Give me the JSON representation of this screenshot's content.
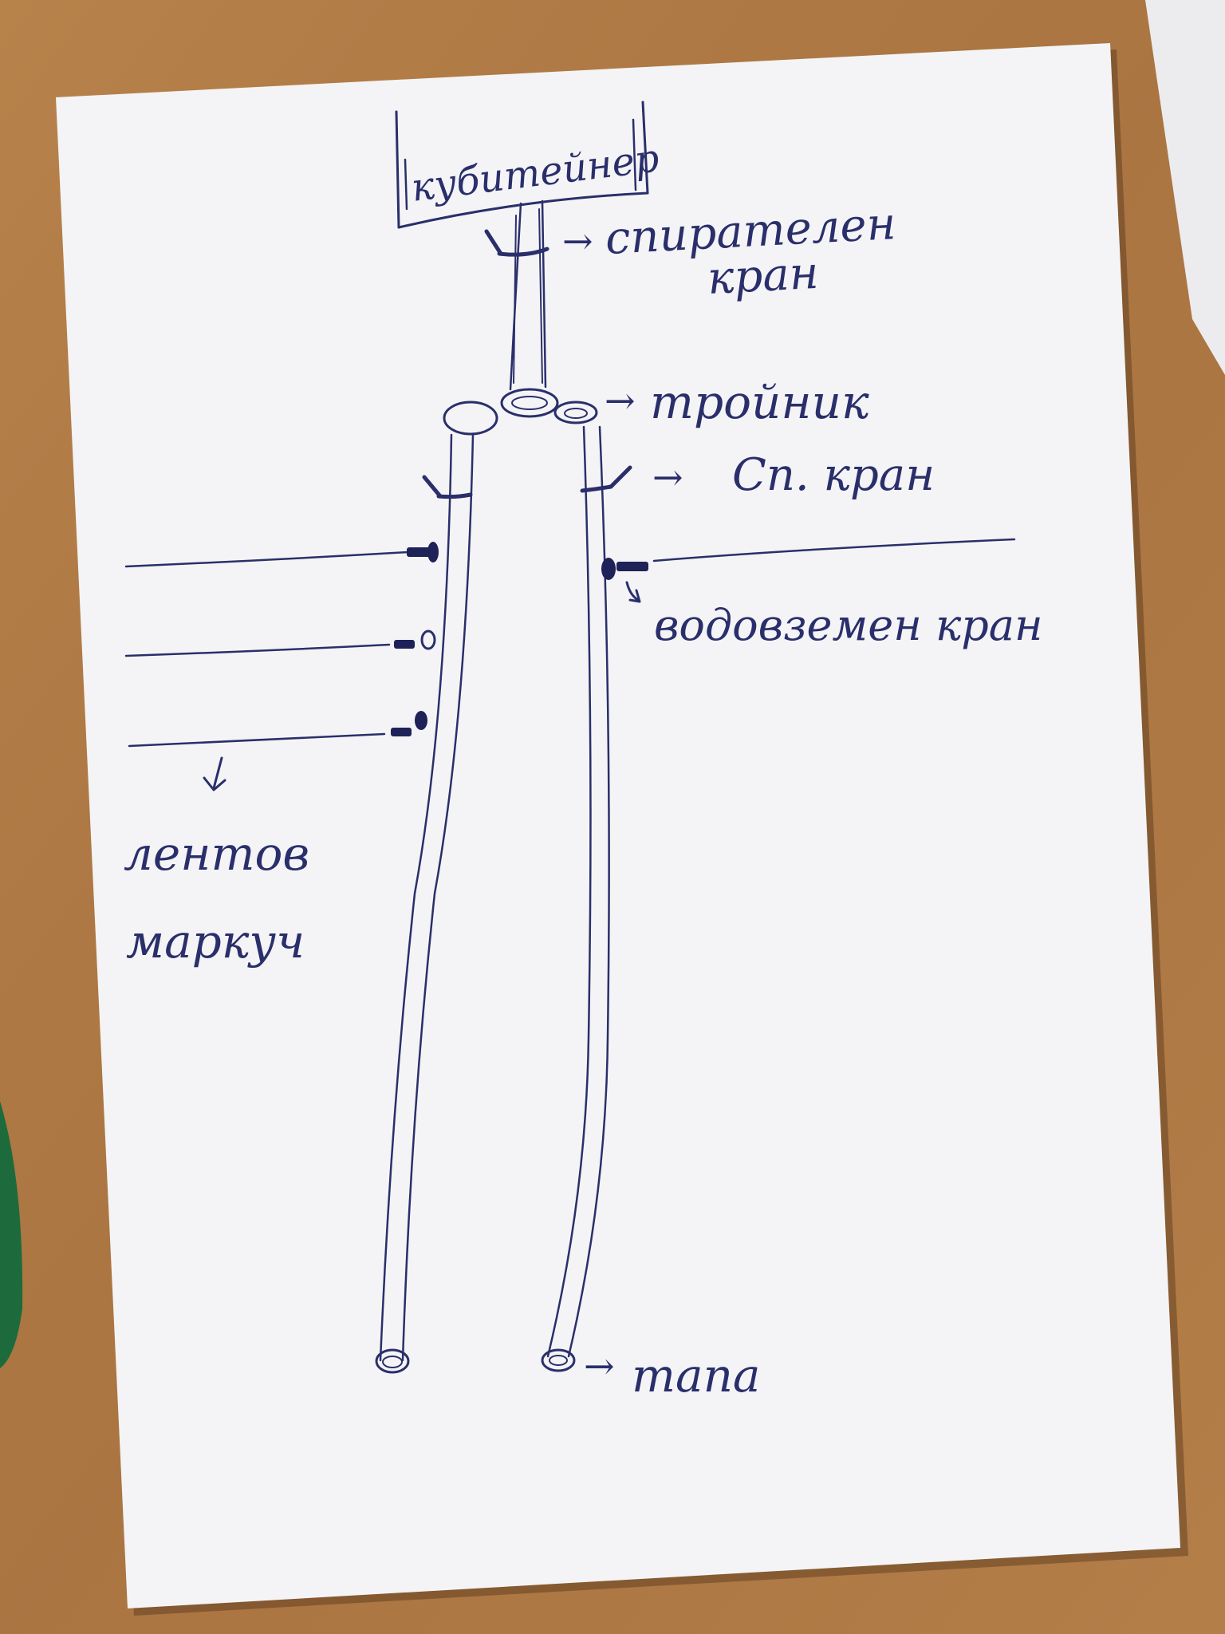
{
  "diagram": {
    "container_label": "кубитейнер",
    "valve_top_label_line1": "спирателен",
    "valve_top_label_line2": "кран",
    "tee_label": "тройник",
    "valve_sp_label": "Сп. кран",
    "drip_valve_label": "водовземен кран",
    "hose_label_line1": "лентов",
    "hose_label_line2": "маркуч",
    "cap_label": "тапа",
    "arrow_glyph": "→"
  },
  "colors": {
    "ink": "#2a2f6b",
    "paper": "#f4f4f6",
    "table": "#b07a45"
  }
}
